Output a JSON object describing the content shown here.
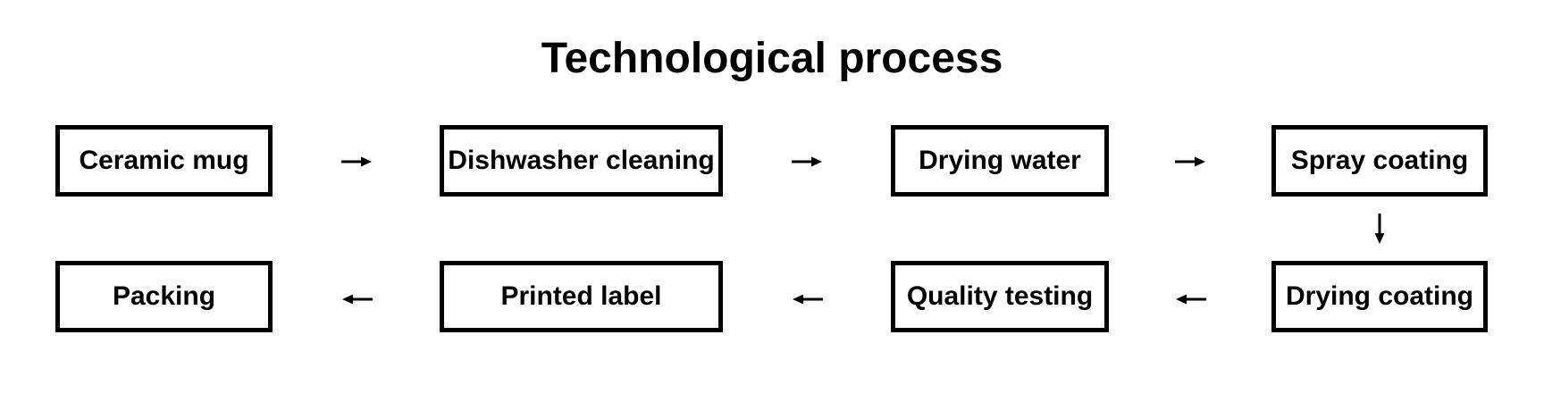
{
  "title": "Technological process",
  "colors": {
    "background": "#ffffff",
    "box_border": "#000000",
    "text": "#000000",
    "arrow": "#000000"
  },
  "boxes": [
    {
      "label": "Ceramic mug"
    },
    {
      "label": "Dishwasher cleaning"
    },
    {
      "label": "Drying water"
    },
    {
      "label": "Spray coating"
    },
    {
      "label": "Drying coating"
    },
    {
      "label": "Quality testing"
    },
    {
      "label": "Printed label"
    },
    {
      "label": "Packing"
    }
  ],
  "connections": [
    {
      "from": "Ceramic mug",
      "to": "Dishwasher cleaning",
      "direction": "right"
    },
    {
      "from": "Dishwasher cleaning",
      "to": "Drying water",
      "direction": "right"
    },
    {
      "from": "Drying water",
      "to": "Spray coating",
      "direction": "right"
    },
    {
      "from": "Spray coating",
      "to": "Drying coating",
      "direction": "down"
    },
    {
      "from": "Drying coating",
      "to": "Quality testing",
      "direction": "left"
    },
    {
      "from": "Quality testing",
      "to": "Printed label",
      "direction": "left"
    },
    {
      "from": "Printed label",
      "to": "Packing",
      "direction": "left"
    }
  ]
}
